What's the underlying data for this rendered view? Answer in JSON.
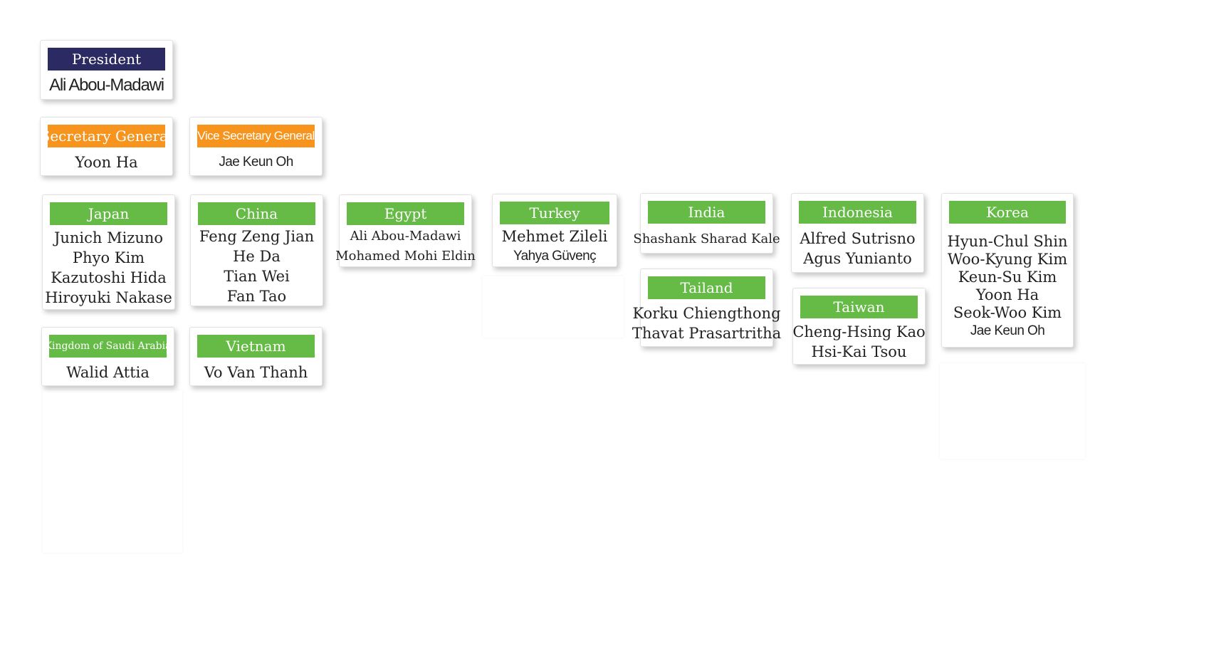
{
  "president": {
    "title": "President",
    "name": "Ali Abou-Madawi"
  },
  "secretary_general": {
    "title": "Secretary General",
    "name": "Yoon Ha"
  },
  "vice_secretary_general": {
    "title": "Vice Secretary General",
    "name": "Jae Keun Oh"
  },
  "countries": {
    "japan": {
      "title": "Japan",
      "members": [
        "Junich Mizuno",
        "Phyo Kim",
        "Kazutoshi Hida",
        "Hiroyuki Nakase"
      ]
    },
    "china": {
      "title": "China",
      "members": [
        "Feng Zeng Jian",
        "He Da",
        "Tian Wei",
        "Fan Tao"
      ]
    },
    "egypt": {
      "title": "Egypt",
      "members": [
        "Ali Abou-Madawi",
        "Mohamed Mohi Eldin"
      ]
    },
    "turkey": {
      "title": "Turkey",
      "members": [
        "Mehmet Zileli",
        "Yahya Güvenç"
      ]
    },
    "india": {
      "title": "India",
      "members": [
        "Shashank Sharad Kale"
      ]
    },
    "tailand": {
      "title": "Tailand",
      "members": [
        "Korku Chiengthong",
        "Thavat Prasartritha"
      ]
    },
    "indonesia": {
      "title": "Indonesia",
      "members": [
        "Alfred Sutrisno",
        "Agus Yunianto"
      ]
    },
    "taiwan": {
      "title": "Taiwan",
      "members": [
        "Cheng-Hsing Kao",
        "Hsi-Kai Tsou"
      ]
    },
    "korea": {
      "title": "Korea",
      "members": [
        "Hyun-Chul Shin",
        "Woo-Kyung Kim",
        "Keun-Su Kim",
        "Yoon Ha",
        "Seok-Woo Kim",
        "Jae Keun Oh"
      ]
    },
    "saudi_arabia": {
      "title": "Kingdom of Saudi Arabia",
      "members": [
        "Walid Attia"
      ]
    },
    "vietnam": {
      "title": "Vietnam",
      "members": [
        "Vo Van Thanh"
      ]
    }
  },
  "colors": {
    "president_header": "#2b2a63",
    "officer_header": "#f6941d",
    "country_header": "#65bb46"
  }
}
